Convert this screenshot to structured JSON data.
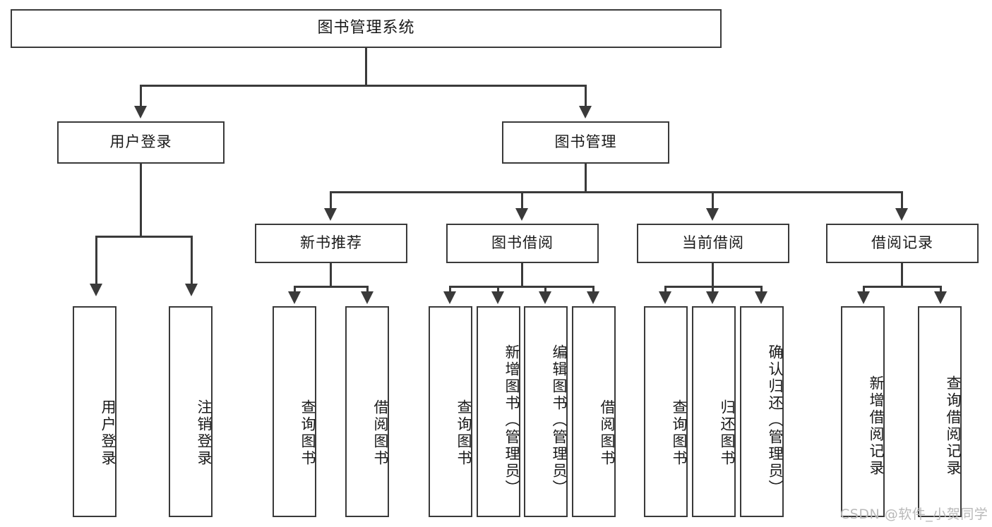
{
  "diagram": {
    "type": "tree-hierarchy-chart",
    "title": "图书管理系统",
    "root": {
      "label": "图书管理系统"
    },
    "level2": [
      {
        "id": "user-login",
        "label": "用户登录"
      },
      {
        "id": "book-manage",
        "label": "图书管理"
      }
    ],
    "level3": [
      {
        "id": "new-book-recommend",
        "label": "新书推荐",
        "parent": "book-manage"
      },
      {
        "id": "book-borrow",
        "label": "图书借阅",
        "parent": "book-manage"
      },
      {
        "id": "current-borrow",
        "label": "当前借阅",
        "parent": "book-manage"
      },
      {
        "id": "borrow-record",
        "label": "借阅记录",
        "parent": "book-manage"
      }
    ],
    "leaves": {
      "user_login": [
        {
          "id": "leaf-user-login",
          "label": "用户登录"
        },
        {
          "id": "leaf-logout",
          "label": "注销登录"
        }
      ],
      "new_book_recommend": [
        {
          "id": "leaf-query-book-1",
          "label": "查询图书"
        },
        {
          "id": "leaf-borrow-book-1",
          "label": "借阅图书"
        }
      ],
      "book_borrow": [
        {
          "id": "leaf-query-book-2",
          "label": "查询图书"
        },
        {
          "id": "leaf-add-book",
          "label": "新增图书（管理员）"
        },
        {
          "id": "leaf-edit-book",
          "label": "编辑图书（管理员）"
        },
        {
          "id": "leaf-borrow-book-2",
          "label": "借阅图书"
        }
      ],
      "current_borrow": [
        {
          "id": "leaf-query-book-3",
          "label": "查询图书"
        },
        {
          "id": "leaf-return-book",
          "label": "归还图书"
        },
        {
          "id": "leaf-confirm-return",
          "label": "确认归还（管理员）"
        }
      ],
      "borrow_record": [
        {
          "id": "leaf-add-record",
          "label": "新增借阅记录"
        },
        {
          "id": "leaf-query-record",
          "label": "查询借阅记录"
        }
      ]
    }
  },
  "watermark": {
    "text": "CSDN @软件_小贺同学"
  },
  "colors": {
    "stroke": "#3a3a3a",
    "fill": "#ffffff",
    "text": "#1a1a1a",
    "watermark": "#b9b9b9"
  }
}
